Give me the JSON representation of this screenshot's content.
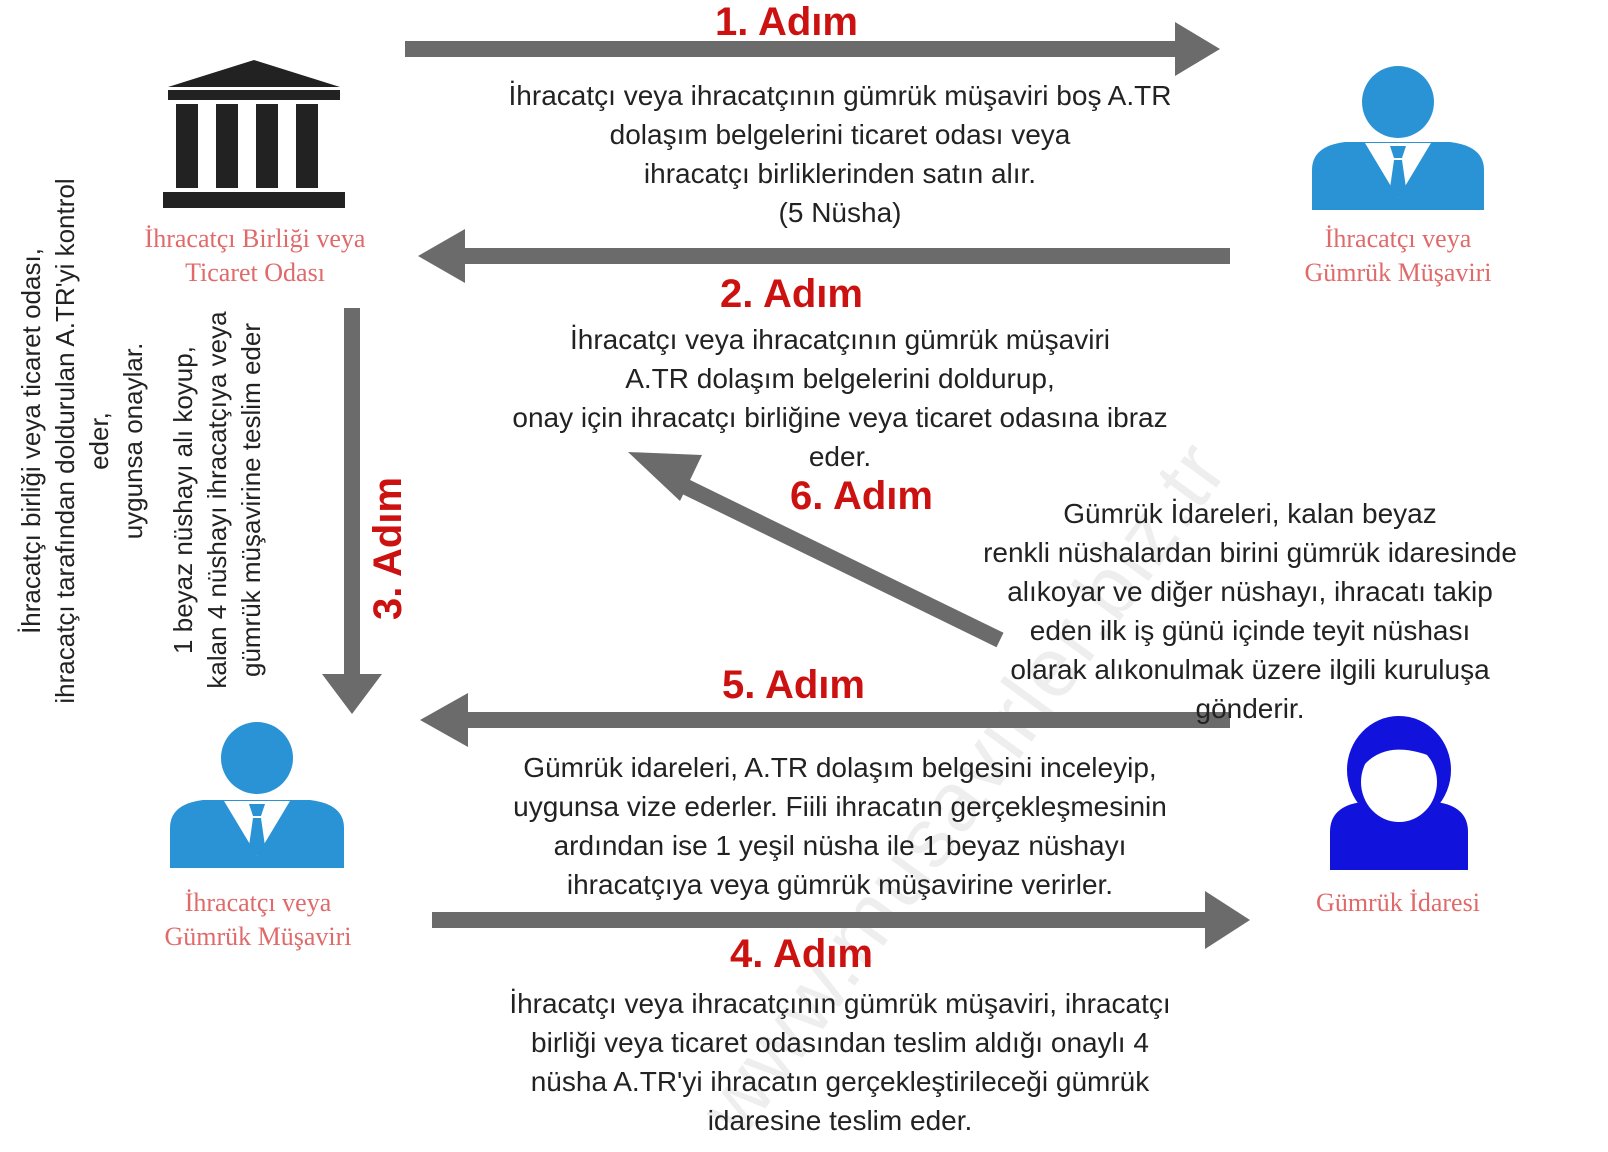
{
  "watermark": "www.musavirler.biz.tr",
  "steps": {
    "s1": {
      "label": "1. Adım",
      "text": "İhracatçı veya ihracatçının gümrük müşaviri boş A.TR\ndolaşım belgelerini ticaret odası veya\nihracatçı birliklerinden satın alır.\n(5 Nüsha)"
    },
    "s2": {
      "label": "2. Adım",
      "text": "İhracatçı veya ihracatçının gümrük müşaviri\nA.TR dolaşım belgelerini doldurup,\nonay için ihracatçı birliğine veya ticaret odasına ibraz\neder."
    },
    "s3": {
      "label": "3. Adım",
      "text_a": "İhracatçı birliği veya ticaret odası,\nihracatçı tarafından doldurulan A.TR'yi kontrol eder,\nuygunsa onaylar.",
      "text_b": "1 beyaz nüshayı alı koyup,\nkalan 4 nüshayı ihracatçıya veya\ngümrük müşavirine teslim eder"
    },
    "s4": {
      "label": "4. Adım",
      "text": "İhracatçı veya ihracatçının gümrük müşaviri, ihracatçı\nbirliği veya ticaret odasından teslim aldığı onaylı 4\nnüsha A.TR'yi ihracatın gerçekleştirileceği gümrük\nidaresine teslim eder."
    },
    "s5": {
      "label": "5. Adım",
      "text": "Gümrük idareleri, A.TR dolaşım belgesini inceleyip,\nuygunsa vize ederler. Fiili ihracatın gerçekleşmesinin\nardından ise 1 yeşil nüsha ile 1 beyaz nüshayı\nihracatçıya veya gümrük müşavirine verirler."
    },
    "s6": {
      "label": "6. Adım",
      "text": "Gümrük İdareleri, kalan beyaz\nrenkli nüshalardan birini gümrük idaresinde\nalıkoyar ve diğer nüshayı, ihracatı takip\neden ilk iş günü içinde teyit nüshası\nolarak alıkonulmak üzere ilgili kuruluşa\ngönderir."
    }
  },
  "actors": {
    "chamber": {
      "label": "İhracatçı Birliği veya\nTicaret Odası",
      "icon": "building-icon"
    },
    "exporter_top": {
      "label": "İhracatçı veya\nGümrük Müşaviri",
      "icon": "person-icon"
    },
    "exporter_bottom": {
      "label": "İhracatçı veya\nGümrük Müşaviri",
      "icon": "person-icon"
    },
    "customs": {
      "label": "Gümrük İdaresi",
      "icon": "woman-icon"
    }
  },
  "colors": {
    "arrow": "#6b6b6b",
    "step_label": "#cc1111",
    "actor_label": "#e06a6a",
    "person_blue": "#2a93d5",
    "customs_blue": "#1212dd",
    "building": "#222222"
  }
}
